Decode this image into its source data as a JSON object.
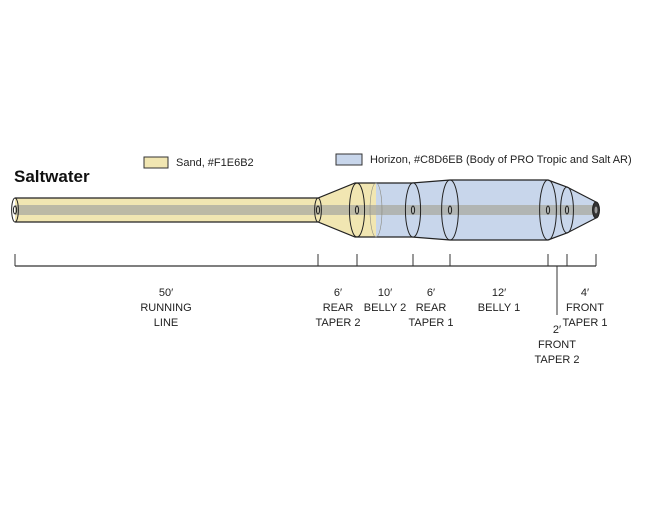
{
  "title": "Saltwater",
  "legend": [
    {
      "label": "Sand, #F1E6B2",
      "color": "#F1E6B2"
    },
    {
      "label": "Horizon, #C8D6EB (Body of PRO Tropic and Salt AR)",
      "color": "#C8D6EB"
    }
  ],
  "colors": {
    "sand": "#F1E6B2",
    "horizon": "#C8D6EB",
    "core": "#A9A9A0",
    "outline": "#222222"
  },
  "segments": [
    {
      "length": "50′",
      "name_lines": [
        "RUNNING",
        "LINE"
      ],
      "color": "sand"
    },
    {
      "length": "6′",
      "name_lines": [
        "REAR",
        "TAPER 2"
      ],
      "color": "sand"
    },
    {
      "length": "10′",
      "name_lines": [
        "BELLY 2"
      ],
      "color": "horizon"
    },
    {
      "length": "6′",
      "name_lines": [
        "REAR",
        "TAPER 1"
      ],
      "color": "horizon"
    },
    {
      "length": "12′",
      "name_lines": [
        "BELLY 1"
      ],
      "color": "horizon"
    },
    {
      "length": "2′",
      "name_lines": [
        "FRONT",
        "TAPER 2"
      ],
      "color": "horizon"
    },
    {
      "length": "4′",
      "name_lines": [
        "FRONT",
        "TAPER 1"
      ],
      "color": "horizon"
    }
  ]
}
